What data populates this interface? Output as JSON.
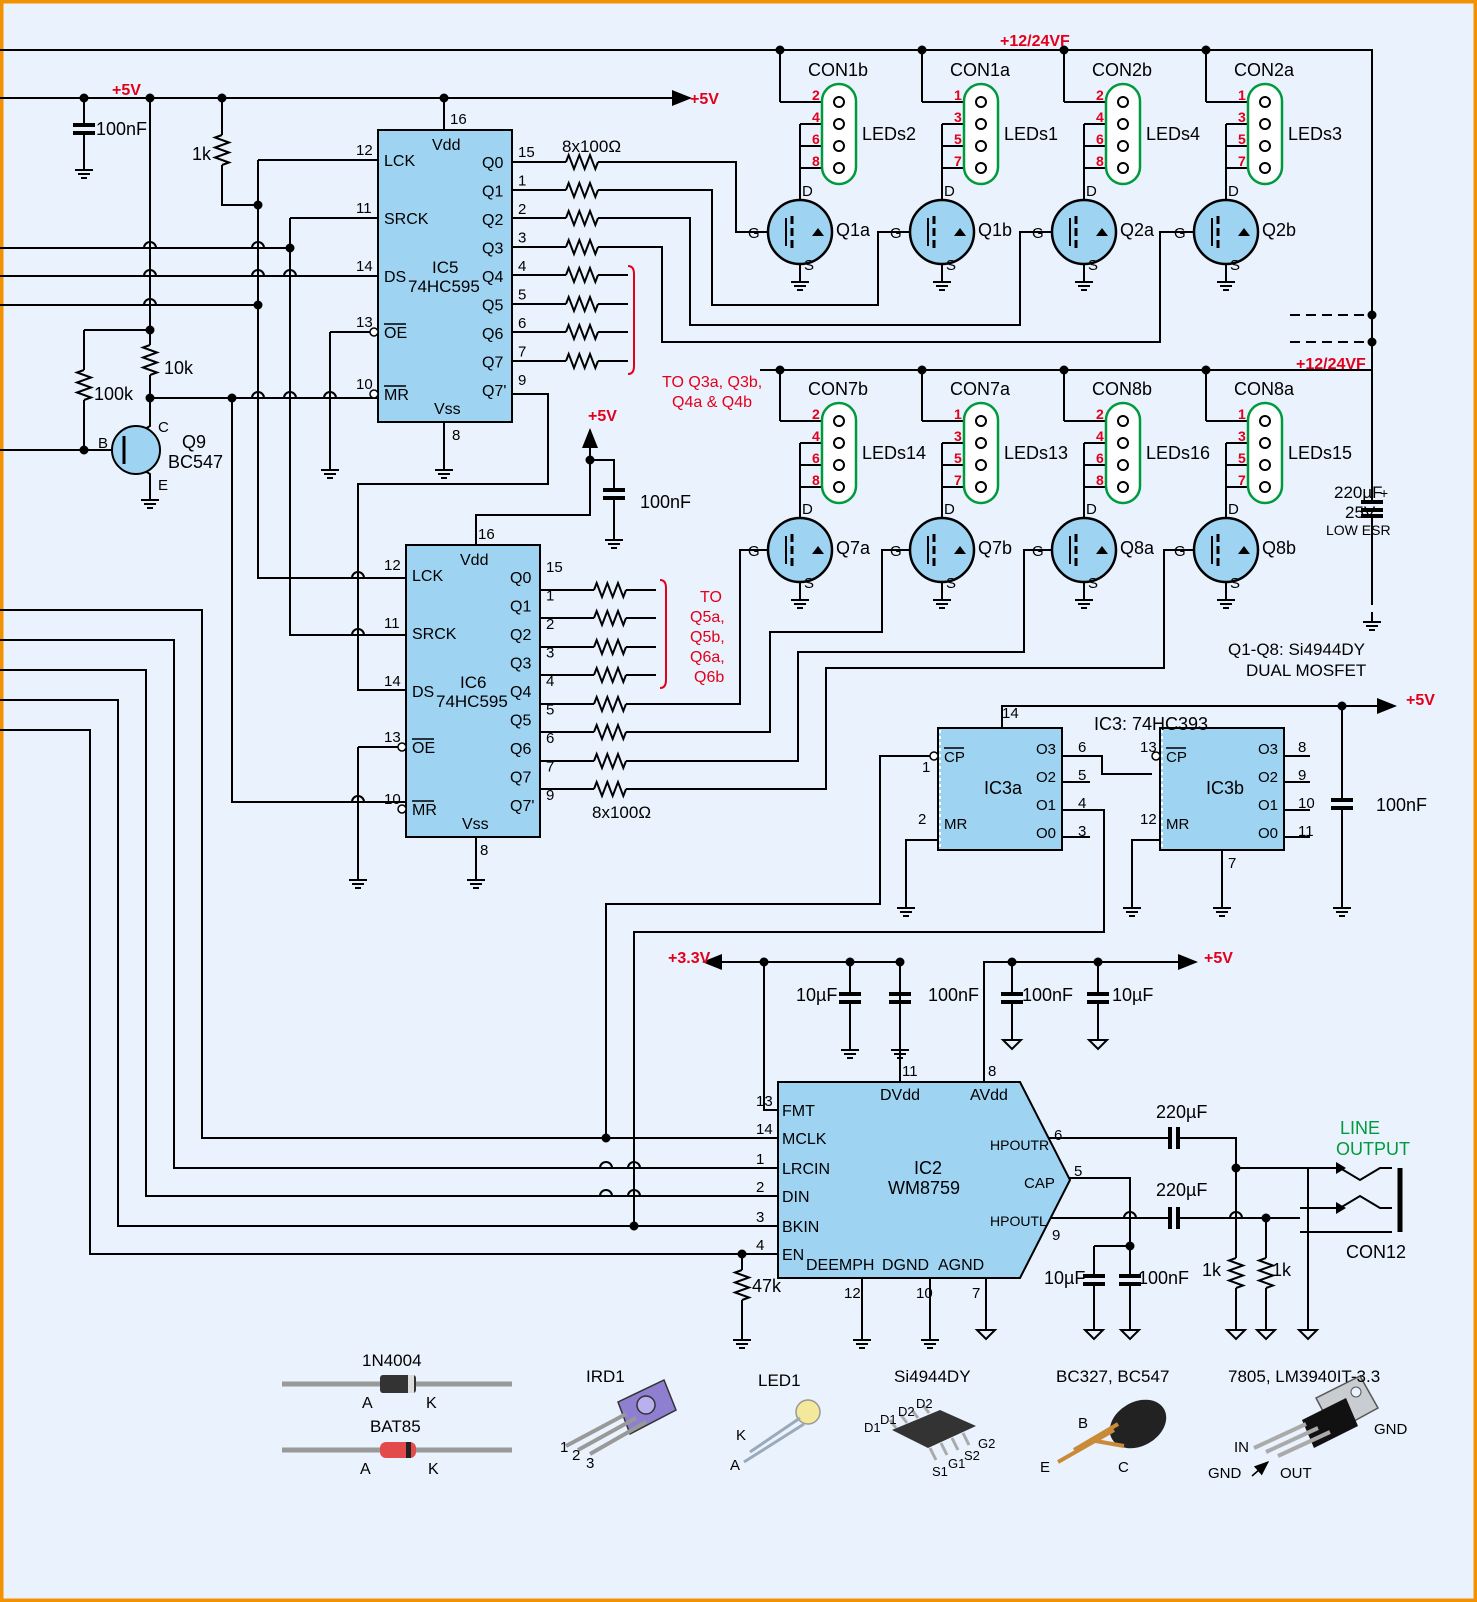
{
  "colors": {
    "background": "#eaf2fd",
    "border": "#f39200",
    "wire": "#000000",
    "chip_fill": "#9fd3f2",
    "mosfet_fill": "#9fd3f2",
    "connector_outline": "#009a3e",
    "annotation_red": "#e3001b",
    "line_output_green": "#009a3e"
  },
  "rails": {
    "plus5v": "+5V",
    "plus3v3": "+3.3V",
    "plus12_24vf": "+12/24VF"
  },
  "ic5": {
    "ref": "IC5",
    "part": "74HC595",
    "vdd": "Vdd",
    "vss": "Vss",
    "pin_vdd": "16",
    "pin_vss": "8",
    "inputs": [
      {
        "name": "LCK",
        "pin": "12"
      },
      {
        "name": "SRCK",
        "pin": "11"
      },
      {
        "name": "DS",
        "pin": "14"
      },
      {
        "name": "OE",
        "pin": "13"
      },
      {
        "name": "MR",
        "pin": "10"
      }
    ],
    "outputs": [
      {
        "name": "Q0",
        "pin": "15"
      },
      {
        "name": "Q1",
        "pin": "1"
      },
      {
        "name": "Q2",
        "pin": "2"
      },
      {
        "name": "Q3",
        "pin": "3"
      },
      {
        "name": "Q4",
        "pin": "4"
      },
      {
        "name": "Q5",
        "pin": "5"
      },
      {
        "name": "Q6",
        "pin": "6"
      },
      {
        "name": "Q7",
        "pin": "7"
      },
      {
        "name": "Q7'",
        "pin": "9"
      }
    ],
    "resistor_label": "8x100Ω",
    "note": [
      "TO Q3a, Q3b,",
      "Q4a & Q4b"
    ]
  },
  "ic6": {
    "ref": "IC6",
    "part": "74HC595",
    "vdd": "Vdd",
    "vss": "Vss",
    "pin_vdd": "16",
    "pin_vss": "8",
    "inputs": [
      {
        "name": "LCK",
        "pin": "12"
      },
      {
        "name": "SRCK",
        "pin": "11"
      },
      {
        "name": "DS",
        "pin": "14"
      },
      {
        "name": "OE",
        "pin": "13"
      },
      {
        "name": "MR",
        "pin": "10"
      }
    ],
    "outputs": [
      {
        "name": "Q0",
        "pin": "15"
      },
      {
        "name": "Q1",
        "pin": "1"
      },
      {
        "name": "Q2",
        "pin": "2"
      },
      {
        "name": "Q3",
        "pin": "3"
      },
      {
        "name": "Q4",
        "pin": "4"
      },
      {
        "name": "Q5",
        "pin": "5"
      },
      {
        "name": "Q6",
        "pin": "6"
      },
      {
        "name": "Q7",
        "pin": "7"
      },
      {
        "name": "Q7'",
        "pin": "9"
      }
    ],
    "resistor_label": "8x100Ω",
    "note": [
      "TO",
      "Q5a,",
      "Q5b,",
      "Q6a,",
      "Q6b"
    ]
  },
  "passives_top": {
    "c_100nf": "100nF",
    "r_1k": "1k",
    "r_10k": "10k",
    "r_100k": "100k",
    "q9": "Q9",
    "q9_part": "BC547",
    "pin_b": "B",
    "pin_c": "C",
    "pin_e": "E",
    "c_ic6": "100nF"
  },
  "connectors_row1": [
    {
      "con": "CON1b",
      "leds": "LEDs2",
      "pins": [
        "2",
        "4",
        "6",
        "8"
      ],
      "fet": "Q1a"
    },
    {
      "con": "CON1a",
      "leds": "LEDs1",
      "pins": [
        "1",
        "3",
        "5",
        "7"
      ],
      "fet": "Q1b"
    },
    {
      "con": "CON2b",
      "leds": "LEDs4",
      "pins": [
        "2",
        "4",
        "6",
        "8"
      ],
      "fet": "Q2a"
    },
    {
      "con": "CON2a",
      "leds": "LEDs3",
      "pins": [
        "1",
        "3",
        "5",
        "7"
      ],
      "fet": "Q2b"
    }
  ],
  "connectors_row2": [
    {
      "con": "CON7b",
      "leds": "LEDs14",
      "pins": [
        "2",
        "4",
        "6",
        "8"
      ],
      "fet": "Q7a"
    },
    {
      "con": "CON7a",
      "leds": "LEDs13",
      "pins": [
        "1",
        "3",
        "5",
        "7"
      ],
      "fet": "Q7b"
    },
    {
      "con": "CON8b",
      "leds": "LEDs16",
      "pins": [
        "2",
        "4",
        "6",
        "8"
      ],
      "fet": "Q8a"
    },
    {
      "con": "CON8a",
      "leds": "LEDs15",
      "pins": [
        "1",
        "3",
        "5",
        "7"
      ],
      "fet": "Q8b"
    }
  ],
  "mosfet_pins": {
    "g": "G",
    "d": "D",
    "s": "S"
  },
  "bulk_cap": [
    "220µF",
    "25V",
    "LOW ESR"
  ],
  "mosfet_note": [
    "Q1-Q8: Si4944DY",
    "DUAL MOSFET"
  ],
  "ic3": {
    "title": "IC3: 74HC393",
    "a_ref": "IC3a",
    "b_ref": "IC3b",
    "a_pins": {
      "cp": "1",
      "mr": "2",
      "o3": "6",
      "o2": "5",
      "o1": "4",
      "o0": "3",
      "vcc": "14"
    },
    "b_pins": {
      "cp": "13",
      "mr": "12",
      "o3": "8",
      "o2": "9",
      "o1": "10",
      "o0": "11",
      "gnd": "7"
    },
    "labels": {
      "cp": "CP",
      "mr": "MR",
      "o3": "O3",
      "o2": "O2",
      "o1": "O1",
      "o0": "O0"
    },
    "decoupler": "100nF"
  },
  "ic2": {
    "ref": "IC2",
    "part": "WM8759",
    "left_pins": [
      {
        "name": "FMT",
        "pin": "13"
      },
      {
        "name": "MCLK",
        "pin": "14"
      },
      {
        "name": "LRCIN",
        "pin": "1"
      },
      {
        "name": "DIN",
        "pin": "2"
      },
      {
        "name": "BKIN",
        "pin": "3"
      },
      {
        "name": "EN",
        "pin": "4"
      }
    ],
    "top_pins": [
      {
        "name": "DVdd",
        "pin": "11"
      },
      {
        "name": "AVdd",
        "pin": "8"
      }
    ],
    "bottom_pins": [
      {
        "name": "DEEMPH",
        "pin": "12"
      },
      {
        "name": "DGND",
        "pin": "10"
      },
      {
        "name": "AGND",
        "pin": "7"
      }
    ],
    "right_pins": [
      {
        "name": "HPOUTR",
        "pin": "6"
      },
      {
        "name": "CAP",
        "pin": "5"
      },
      {
        "name": "HPOUTL",
        "pin": "9"
      }
    ]
  },
  "audio_passives": {
    "c10u_a": "10µF",
    "c100n_a": "100nF",
    "c100n_b": "100nF",
    "c10u_b": "10µF",
    "c220u_r": "220µF",
    "c220u_l": "220µF",
    "c10u_cap": "10µF",
    "c100n_cap": "100nF",
    "r47k": "47k",
    "r1k_a": "1k",
    "r1k_b": "1k"
  },
  "line_output": {
    "label": [
      "LINE",
      "OUTPUT"
    ],
    "con": "CON12"
  },
  "parts": {
    "diode1": {
      "name": "1N4004",
      "a": "A",
      "k": "K"
    },
    "diode2": {
      "name": "BAT85",
      "a": "A",
      "k": "K"
    },
    "ird": {
      "name": "IRD1",
      "p1": "1",
      "p2": "2",
      "p3": "3"
    },
    "led": {
      "name": "LED1",
      "k": "K",
      "a": "A"
    },
    "so8": {
      "name": "Si4944DY",
      "pins": [
        "D1",
        "D1",
        "D2",
        "D2",
        "S1",
        "G1",
        "S2",
        "G2"
      ]
    },
    "to92": {
      "name": "BC327, BC547",
      "b": "B",
      "e": "E",
      "c": "C"
    },
    "to220": {
      "name": "7805, LM3940IT-3.3",
      "in": "IN",
      "gnd_tab": "GND",
      "gnd": "GND",
      "out": "OUT"
    }
  }
}
